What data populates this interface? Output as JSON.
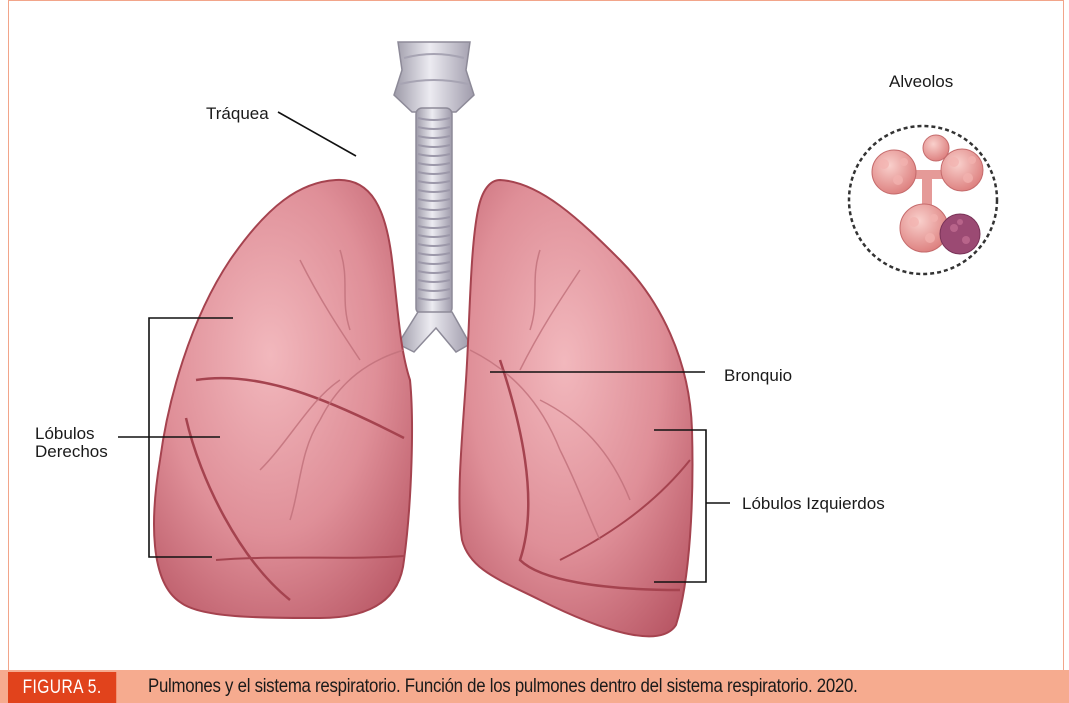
{
  "labels": {
    "trachea": "Tráquea",
    "alveoli": "Alveolos",
    "bronchus": "Bronquio",
    "right_lobes_line1": "Lóbulos",
    "right_lobes_line2": "Derechos",
    "left_lobes": "Lóbulos Izquierdos"
  },
  "caption": {
    "figure_tag": "FIGURA 5.",
    "text": "Pulmones y el sistema respiratorio. Función de los pulmones dentro del sistema respiratorio. 2020."
  },
  "colors": {
    "frame_border": "#f2a58a",
    "caption_bar": "#f6ab8f",
    "figure_tag": "#e1431c",
    "lung_fill": "#d9828b",
    "lung_outline": "#a5434f",
    "trachea_fill": "#c9c6d1"
  }
}
